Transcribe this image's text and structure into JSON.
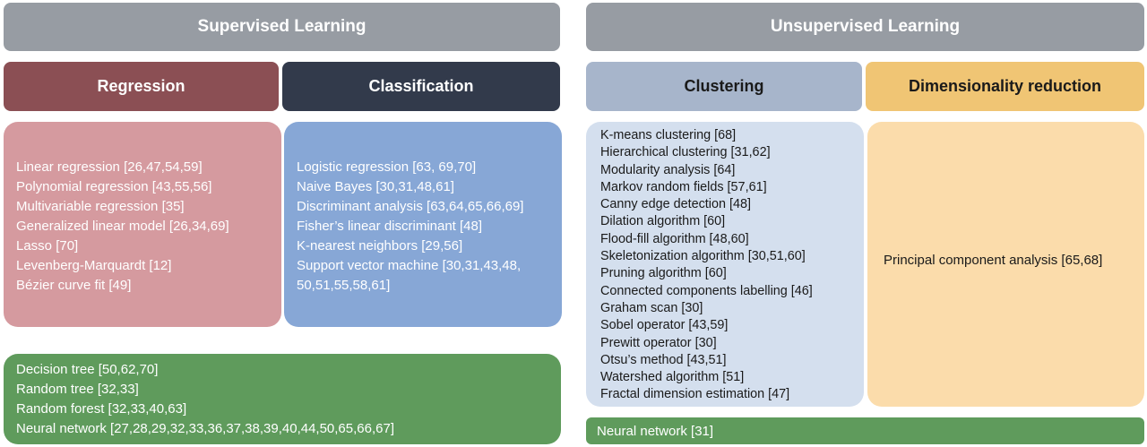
{
  "colors": {
    "top_header": "#979ca3",
    "regression_header": "#8b4f54",
    "classification_header": "#323a4b",
    "clustering_header": "#a7b5cb",
    "dimred_header": "#f0c574",
    "regression_box": "#d59a9f",
    "classification_box": "#87a7d6",
    "clustering_box": "#d4dfee",
    "dimred_box": "#fbdcab",
    "green_box": "#5f9b5c"
  },
  "supervised": {
    "title": "Supervised Learning",
    "regression": {
      "title": "Regression",
      "items": [
        "Linear regression [26,47,54,59]",
        "Polynomial regression [43,55,56]",
        "Multivariable regression [35]",
        "Generalized linear model [26,34,69]",
        "Lasso [70]",
        "Levenberg-Marquardt [12]",
        "Bézier curve fit [49]"
      ]
    },
    "classification": {
      "title": "Classification",
      "items": [
        "Logistic regression [63, 69,70]",
        "Naive Bayes [30,31,48,61]",
        "Discriminant analysis [63,64,65,66,69]",
        "Fisher’s linear discriminant [48]",
        "K-nearest neighbors [29,56]",
        "Support vector machine [30,31,43,48,",
        "50,51,55,58,61]"
      ]
    },
    "shared": {
      "items": [
        "Decision tree [50,62,70]",
        "Random tree [32,33]",
        "Random forest [32,33,40,63]",
        "Neural network [27,28,29,32,33,36,37,38,39,40,44,50,65,66,67]"
      ]
    }
  },
  "unsupervised": {
    "title": "Unsupervised Learning",
    "clustering": {
      "title": "Clustering",
      "items": [
        "K-means clustering [68]",
        "Hierarchical clustering [31,62]",
        "Modularity analysis [64]",
        "Markov random fields [57,61]",
        "Canny edge detection [48]",
        "Dilation algorithm [60]",
        "Flood-fill algorithm [48,60]",
        "Skeletonization algorithm [30,51,60]",
        "Pruning algorithm [60]",
        "Connected components labelling [46]",
        "Graham scan [30]",
        "Sobel operator [43,59]",
        "Prewitt operator [30]",
        "Otsu’s method [43,51]",
        "Watershed algorithm [51]",
        "Fractal dimension estimation [47]"
      ]
    },
    "dimensionality_reduction": {
      "title": "Dimensionality reduction",
      "items": [
        "Principal component analysis [65,68]"
      ]
    },
    "shared": {
      "items": [
        "Neural network [31]"
      ]
    }
  }
}
